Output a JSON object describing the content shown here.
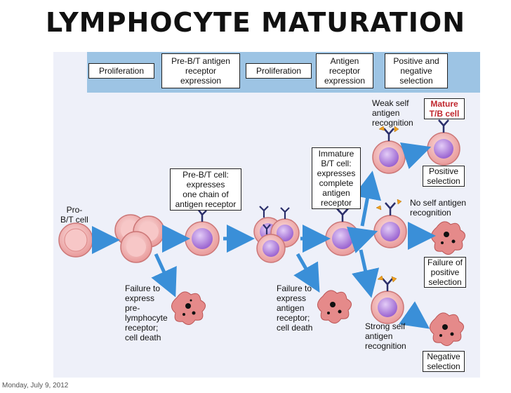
{
  "slide": {
    "title": "LYMPHOCYTE MATURATION",
    "date": "Monday, July 9, 2012"
  },
  "stages": [
    "Proliferation",
    "Pre-B/T antigen\nreceptor\nexpression",
    "Proliferation",
    "Antigen\nreceptor\nexpression",
    "Positive and\nnegative\nselection"
  ],
  "labels": {
    "pro_cell": "Pro-\nB/T cell",
    "pre_cell": "Pre-B/T cell:\nexpresses\none chain of\nantigen receptor",
    "immature_cell": "Immature\nB/T cell:\nexpresses\ncomplete\nantigen\nreceptor",
    "fail_pre": "Failure to\nexpress\npre-\nlymphocyte\nreceptor;\ncell death",
    "fail_antigen": "Failure to\nexpress\nantigen\nreceptor;\ncell death",
    "weak_self": "Weak self\nantigen\nrecognition",
    "mature": "Mature\nT/B cell",
    "positive_selection": "Positive\nselection",
    "no_self": "No self antigen\nrecognition",
    "failure_positive": "Failure of\npositive\nselection",
    "strong_self": "Strong self\nantigen\nrecognition",
    "negative_selection": "Negative\nselection"
  },
  "colors": {
    "header_band": "#9dc4e4",
    "panel": "#eef0f9",
    "cell_outer": "#f4b6b6",
    "cell_nucleus": "#b98be0",
    "arrow": "#3a8fd8",
    "dead_cell": "#e58a8a",
    "mature_text": "#c0262d"
  }
}
